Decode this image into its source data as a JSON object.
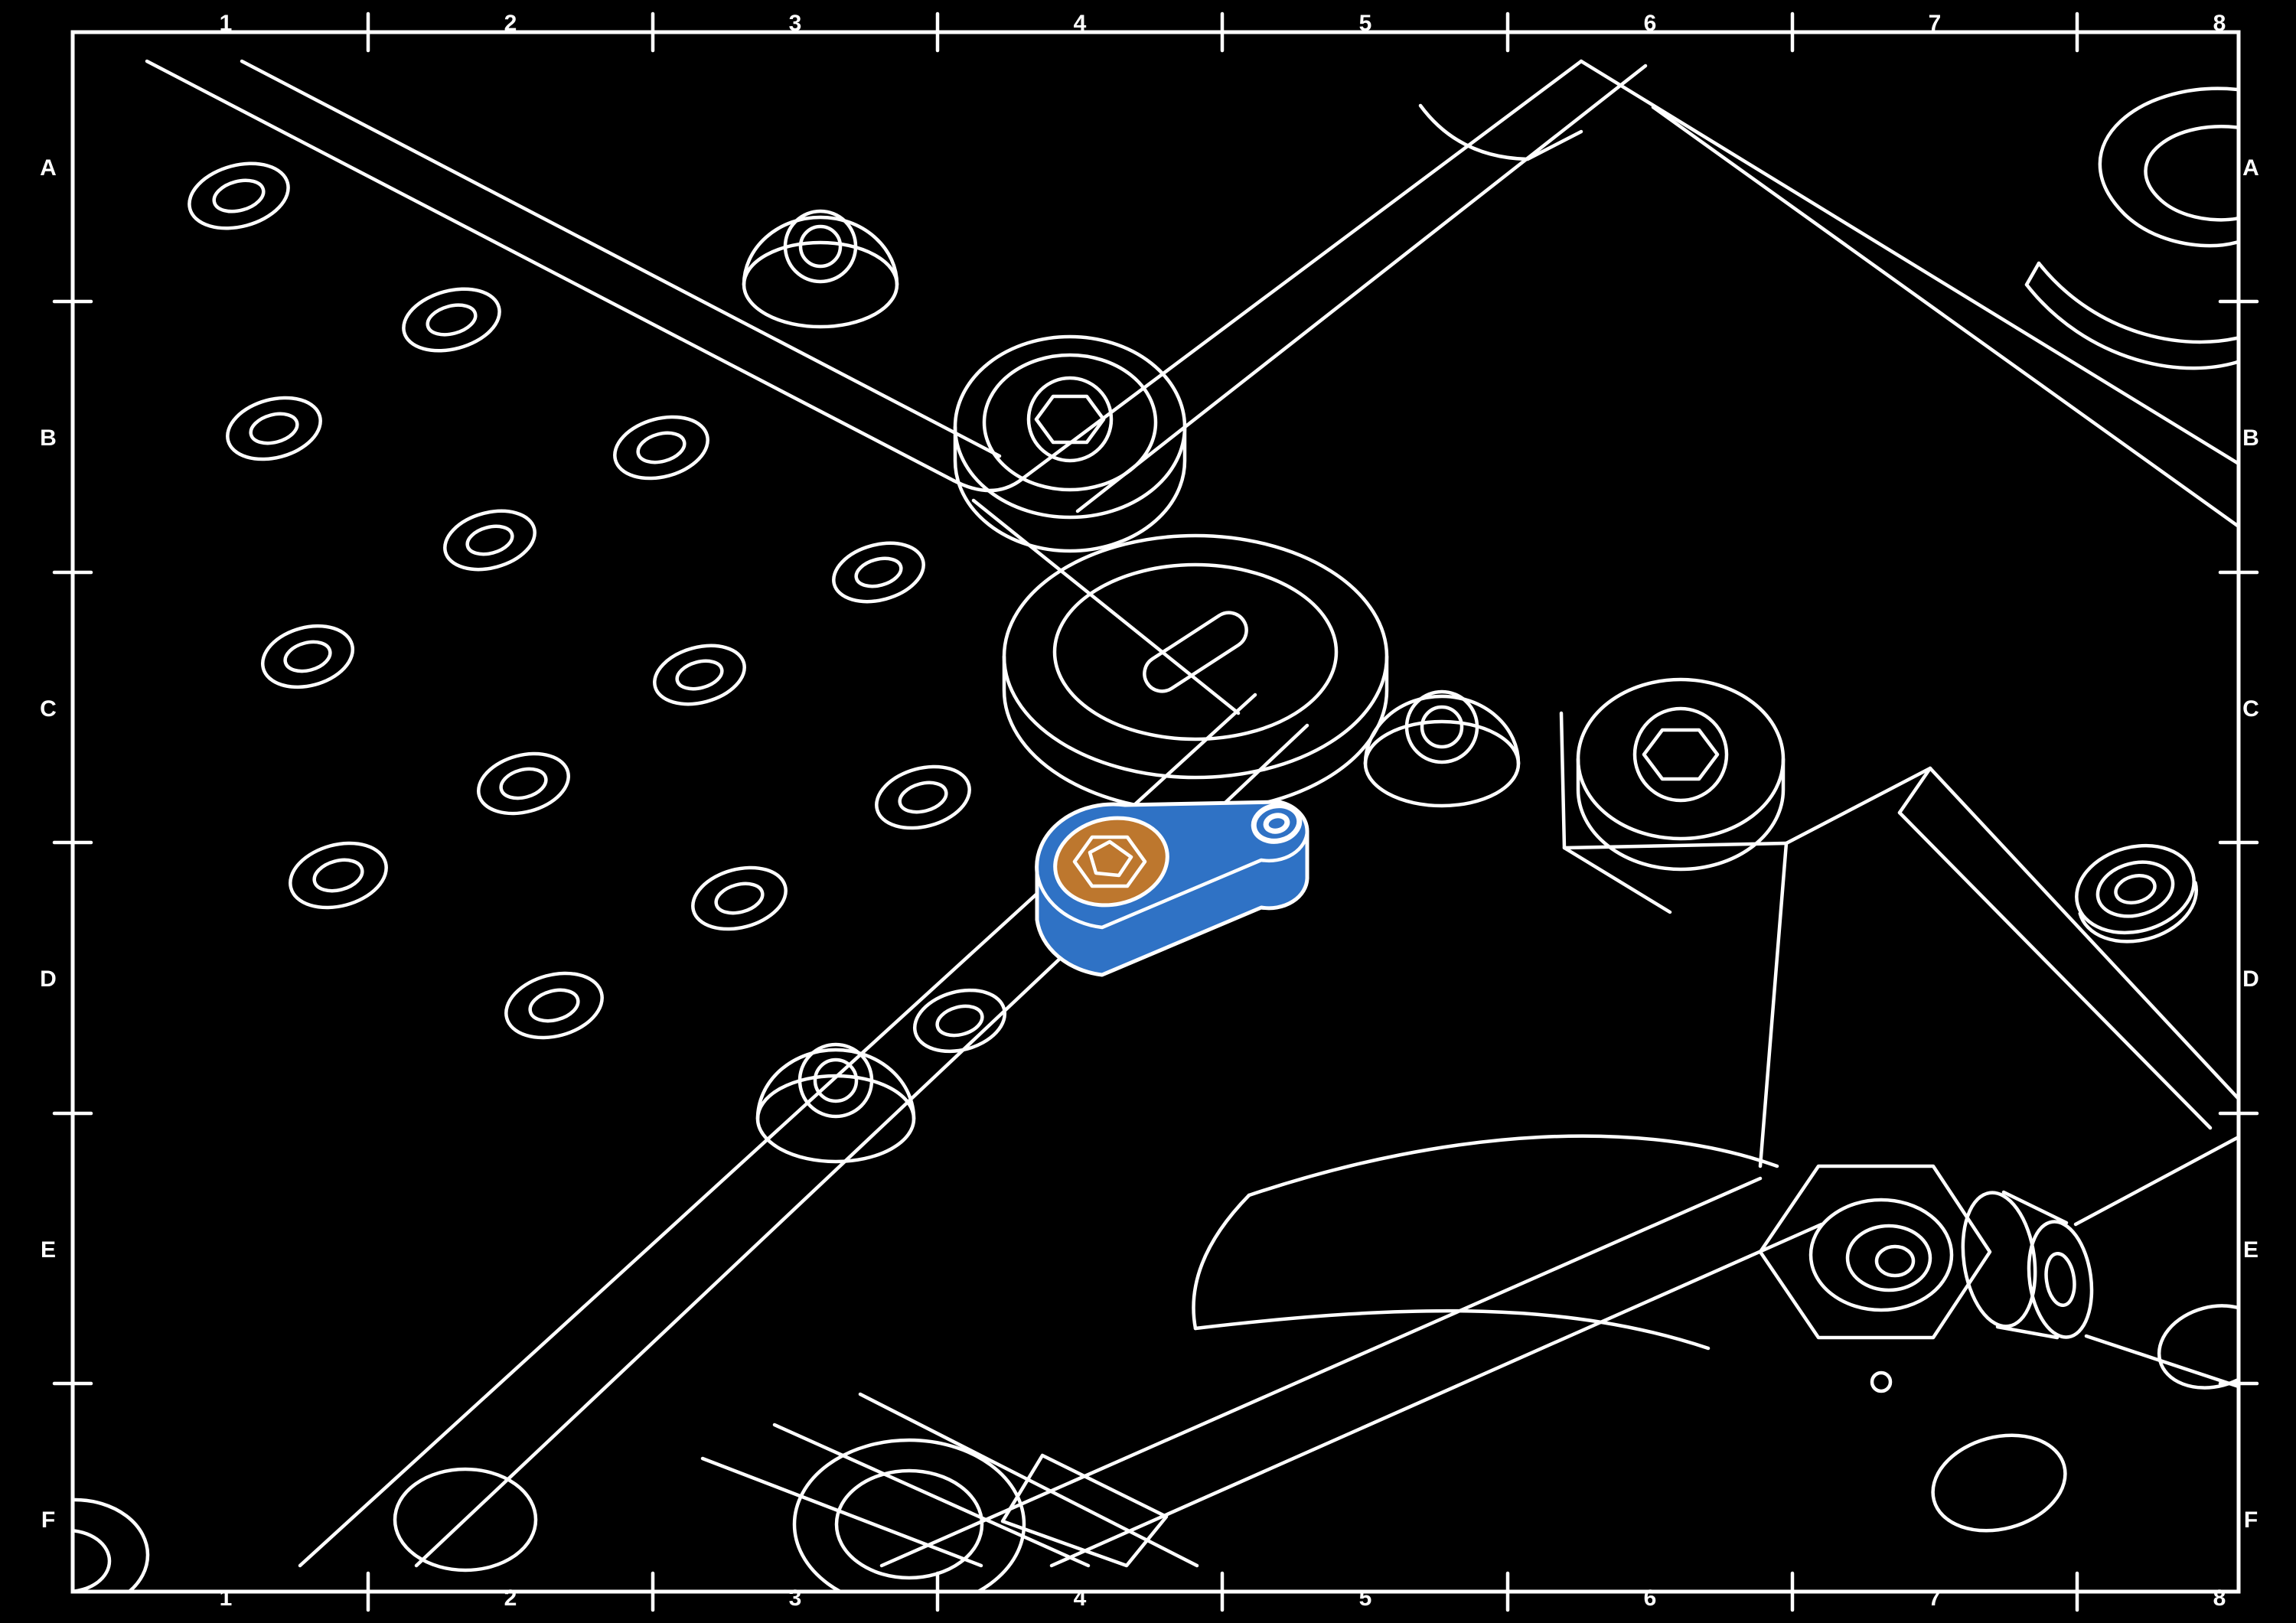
{
  "grid": {
    "columns": [
      "1",
      "2",
      "3",
      "4",
      "5",
      "6",
      "7",
      "8"
    ],
    "rows": [
      "A",
      "B",
      "C",
      "D",
      "E",
      "F"
    ]
  },
  "colors": {
    "background": "#000000",
    "line": "#ffffff",
    "highlight_body": "#2F72C5",
    "highlight_bushing": "#BD772E"
  },
  "parts": {
    "highlighted": "cam-adjuster-part",
    "background_parts": [
      "washer",
      "flange-nut",
      "socket-bolt",
      "slotted-cap",
      "grommet",
      "clip",
      "control-arm",
      "panel-edge"
    ]
  }
}
